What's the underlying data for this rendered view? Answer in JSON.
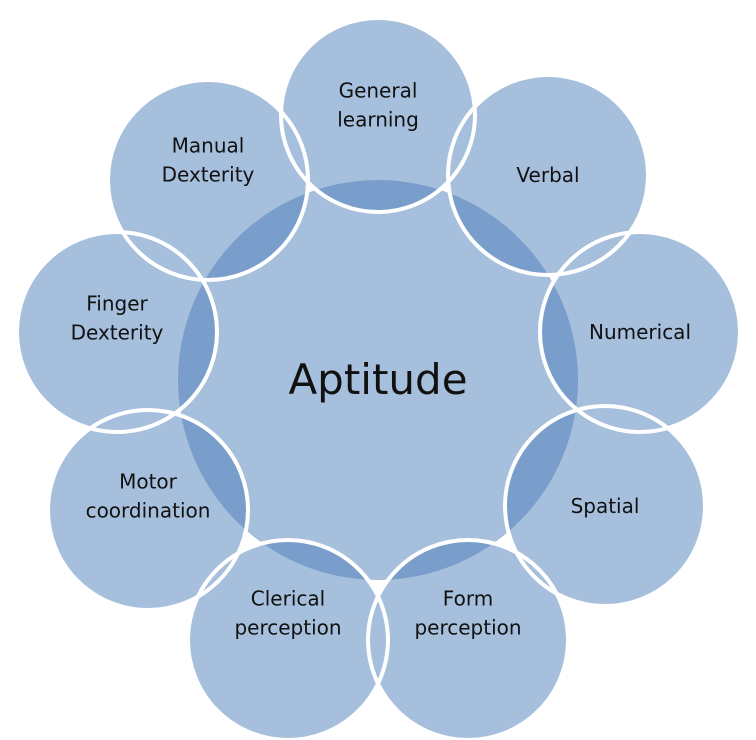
{
  "center": {
    "label": "Aptitude"
  },
  "satellites": [
    {
      "lines": [
        "General",
        "learning"
      ]
    },
    {
      "lines": [
        "Verbal"
      ]
    },
    {
      "lines": [
        "Numerical"
      ]
    },
    {
      "lines": [
        "Spatial"
      ]
    },
    {
      "lines": [
        "Form",
        "perception"
      ]
    },
    {
      "lines": [
        "Clerical",
        "perception"
      ]
    },
    {
      "lines": [
        "Motor",
        "coordination"
      ]
    },
    {
      "lines": [
        "Finger",
        "Dexterity"
      ]
    },
    {
      "lines": [
        "Manual",
        "Dexterity"
      ]
    }
  ],
  "colors": {
    "center_fill": "#a6bfdc",
    "satellite_fill": "#a6bfdc",
    "overlap_fill": "#7a9ecb",
    "stroke": "#ffffff",
    "text": "#111111"
  }
}
